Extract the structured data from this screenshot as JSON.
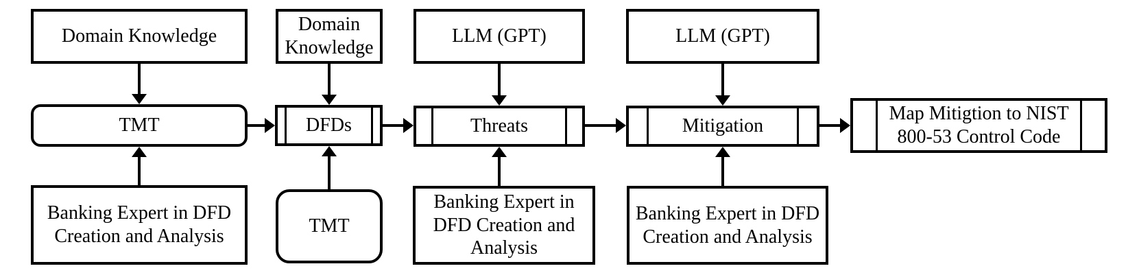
{
  "diagram": {
    "title": "Threat modeling pipeline flow diagram",
    "colors": {
      "stroke": "#000000",
      "background": "#ffffff",
      "node_fill": "#ffffff"
    },
    "stages": [
      {
        "name": "tmt-stage",
        "top_input": {
          "label": "Domain Knowledge",
          "shape": "rectangle"
        },
        "process": {
          "label": "TMT",
          "shape": "rounded-rectangle"
        },
        "bottom_input": {
          "label": "Banking Expert in DFD Creation and Analysis",
          "shape": "rectangle"
        }
      },
      {
        "name": "dfds-stage",
        "top_input": {
          "label": "Domain Knowledge",
          "shape": "rectangle"
        },
        "process": {
          "label": "DFDs",
          "shape": "predefined-process"
        },
        "bottom_input": {
          "label": "TMT",
          "shape": "rounded-rectangle"
        }
      },
      {
        "name": "threats-stage",
        "top_input": {
          "label": "LLM (GPT)",
          "shape": "rectangle"
        },
        "process": {
          "label": "Threats",
          "shape": "predefined-process"
        },
        "bottom_input": {
          "label": "Banking Expert in DFD Creation and Analysis",
          "shape": "rectangle"
        }
      },
      {
        "name": "mitigation-stage",
        "top_input": {
          "label": "LLM (GPT)",
          "shape": "rectangle"
        },
        "process": {
          "label": "Mitigation",
          "shape": "predefined-process"
        },
        "bottom_input": {
          "label": "Banking Expert in DFD Creation and Analysis",
          "shape": "rectangle"
        }
      },
      {
        "name": "nist-mapping-stage",
        "process": {
          "label": "Map Mitigtion to NIST 800-53 Control Code",
          "shape": "predefined-process"
        }
      }
    ]
  }
}
